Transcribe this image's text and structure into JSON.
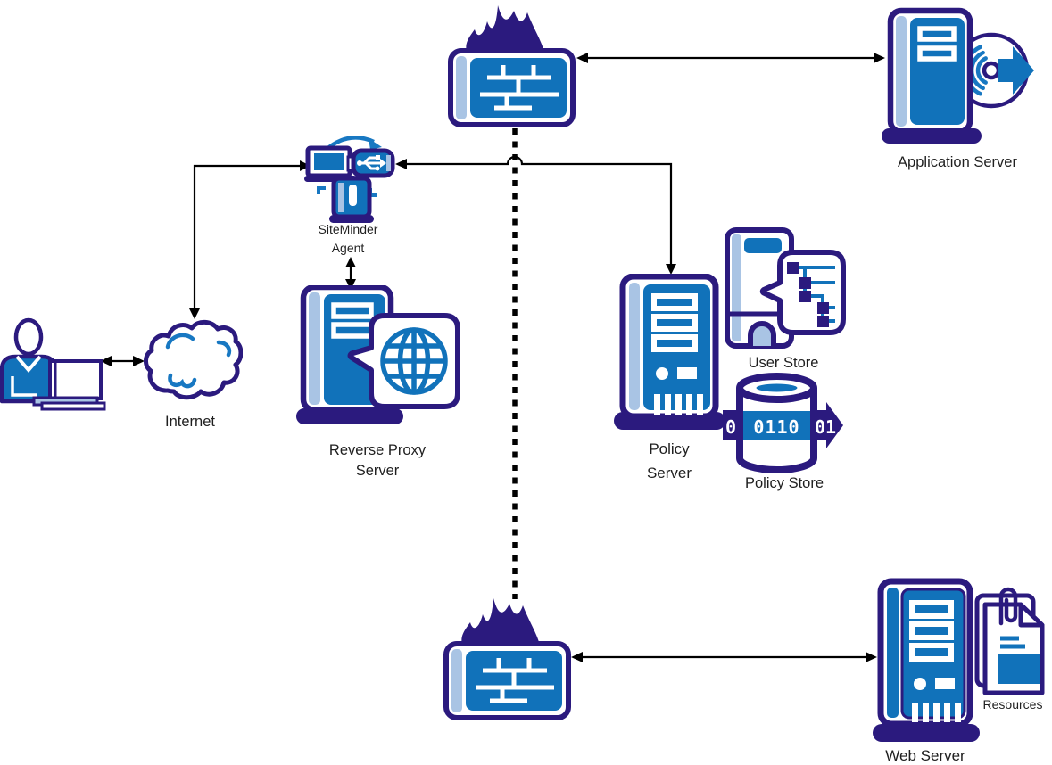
{
  "colors": {
    "navy": "#2B1A7E",
    "blue": "#1172BA",
    "light_blue": "#A9C4E4",
    "accent_blue": "#1878C2",
    "connector_black": "#000000",
    "text": "#1F1F1F",
    "background": "#FFFFFF"
  },
  "nodes": {
    "user": {
      "icon": "user-with-laptop-icon"
    },
    "internet": {
      "label": "Internet",
      "icon": "cloud-icon"
    },
    "siteminder_agent": {
      "label_lines": [
        "SiteMinder",
        "Agent"
      ],
      "icon": "laptop-usb-agent-icon"
    },
    "reverse_proxy_server": {
      "label_lines": [
        "Reverse Proxy",
        "Server"
      ],
      "icon": "server-globe-bubble-icon"
    },
    "firewall_top": {
      "icon": "firewall-flame-icon"
    },
    "application_server": {
      "label": "Application Server",
      "icon": "server-disc-arrow-icon"
    },
    "policy_server": {
      "label_lines": [
        "Policy",
        "Server"
      ],
      "icon": "server-tower-icon"
    },
    "user_store": {
      "label": "User Store",
      "icon": "server-directory-tree-bubble-icon"
    },
    "policy_store": {
      "label": "Policy Store",
      "icon": "database-binary-arrow-icon",
      "binary_left": "0",
      "binary_band": "0110",
      "binary_right": "01"
    },
    "firewall_bottom": {
      "icon": "firewall-flame-icon"
    },
    "web_server": {
      "label": "Web Server",
      "icon": "server-tower-icon"
    },
    "resources": {
      "label": "Resources",
      "icon": "documents-paperclip-icon"
    }
  },
  "connections": [
    {
      "from": "user",
      "to": "internet",
      "style": "solid",
      "arrows": "both"
    },
    {
      "from": "internet",
      "to": "siteminder_agent",
      "style": "solid",
      "arrows": "both",
      "shape": "elbow"
    },
    {
      "from": "siteminder_agent",
      "to": "reverse_proxy_server",
      "style": "solid",
      "arrows": "both"
    },
    {
      "from": "siteminder_agent",
      "to": "policy_server",
      "style": "solid",
      "arrows": "both",
      "shape": "elbow-with-hop"
    },
    {
      "from": "firewall_top",
      "to": "application_server",
      "style": "solid",
      "arrows": "both"
    },
    {
      "from": "firewall_top",
      "to": "firewall_bottom",
      "style": "dotted",
      "arrows": "none"
    },
    {
      "from": "firewall_bottom",
      "to": "web_server",
      "style": "solid",
      "arrows": "both"
    }
  ]
}
